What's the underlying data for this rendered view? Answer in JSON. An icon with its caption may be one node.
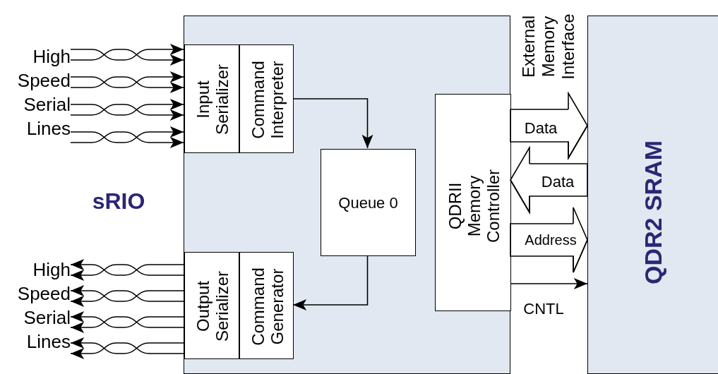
{
  "diagram": {
    "nodes": [
      {
        "text": [],
        "shape": "box",
        "beside": [
          "sRIO"
        ]
      },
      {
        "text": [
          "Input Serializer"
        ],
        "in": 0
      },
      {
        "text": [
          "Command Interpreter"
        ],
        "in": 0
      },
      {
        "text": [
          "Queue 0"
        ],
        "in": 0
      },
      {
        "text": [
          "Output Serializer"
        ],
        "in": 0
      },
      {
        "text": [
          "Command Generator"
        ],
        "in": 0
      },
      {
        "text": [
          "QDRII Memory Controller"
        ],
        "in": 0
      },
      {
        "text": [
          "QDR2 SRAM"
        ]
      },
      {
        "text": [
          "High Speed Serial Lines"
        ]
      },
      {
        "text": [
          "High Speed Serial Lines"
        ]
      }
    ],
    "edges": [
      {
        "from": 8,
        "to": 1,
        "arrow": "to"
      },
      {
        "from": 8,
        "to": 1,
        "arrow": "to"
      },
      {
        "from": 8,
        "to": 1,
        "arrow": "to"
      },
      {
        "from": 8,
        "to": 1,
        "arrow": "to"
      },
      {
        "from": 8,
        "to": 1,
        "arrow": "to"
      },
      {
        "from": 8,
        "to": 1,
        "arrow": "to"
      },
      {
        "from": 8,
        "to": 1,
        "arrow": "to"
      },
      {
        "from": 8,
        "to": 1,
        "arrow": "to"
      },
      {
        "from": 2,
        "to": 3,
        "arrow": "to"
      },
      {
        "from": 3,
        "to": 5,
        "arrow": "to"
      },
      {
        "from": 4,
        "to": 9,
        "arrow": "to"
      },
      {
        "from": 4,
        "to": 9,
        "arrow": "to"
      },
      {
        "from": 4,
        "to": 9,
        "arrow": "to"
      },
      {
        "from": 4,
        "to": 9,
        "arrow": "to"
      },
      {
        "from": 4,
        "to": 9,
        "arrow": "to"
      },
      {
        "from": 4,
        "to": 9,
        "arrow": "to"
      },
      {
        "from": 4,
        "to": 9,
        "arrow": "to"
      },
      {
        "from": 4,
        "to": 9,
        "arrow": "to"
      },
      {
        "from": 6,
        "to": 7,
        "arrow": "to",
        "label": "Data"
      },
      {
        "from": 7,
        "to": 6,
        "arrow": "to",
        "label": "Data"
      },
      {
        "from": 6,
        "to": 7,
        "arrow": "to",
        "label": "Address"
      },
      {
        "from": 6,
        "to": 7,
        "arrow": "to",
        "label": "CNTL"
      }
    ],
    "labels": [
      "External Memory Interface"
    ]
  }
}
